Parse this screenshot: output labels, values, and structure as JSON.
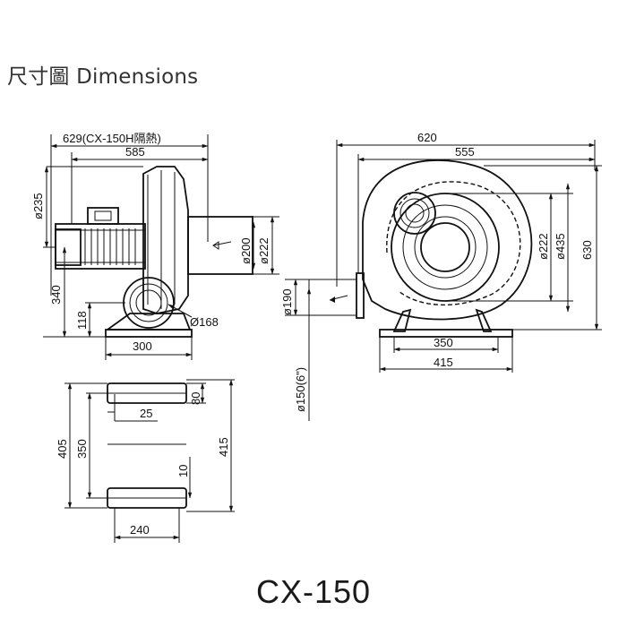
{
  "header": {
    "title": "尺寸圖 Dimensions"
  },
  "model": "CX-150",
  "side_view": {
    "dim_overall_hot": "629(CX-150H隔熱)",
    "dim_overall": "585",
    "dim_height_upper": "ø235",
    "dim_shaft_height": "340",
    "dim_base_height": "118",
    "dim_base_length": "300",
    "dim_inner_dia": "ø200",
    "dim_outer_dia": "ø222",
    "dim_inlet_dia": "Ø168"
  },
  "front_view": {
    "dim_width_total": "620",
    "dim_width_inner": "555",
    "dim_outlet_dia_a": "ø222",
    "dim_outlet_dia_b": "ø435",
    "dim_total_height": "630",
    "dim_flange_height": "ø190",
    "dim_pipe_dia": "ø150(6\")",
    "dim_feet_inner": "350",
    "dim_feet_outer": "415"
  },
  "base_view": {
    "dim_foot_height": "80",
    "dim_foot_slot": "25",
    "dim_outer_length": "405",
    "dim_inner_length": "350",
    "dim_slot_width": "10",
    "dim_total_length": "415",
    "dim_base_width": "240"
  }
}
